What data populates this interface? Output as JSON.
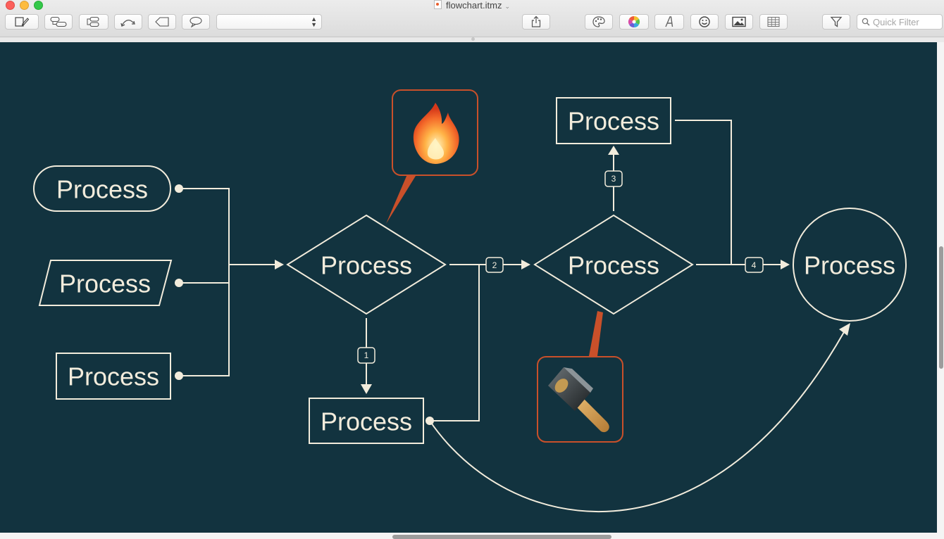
{
  "window": {
    "title": "flowchart.itmz",
    "file_icon": "itmz-document-icon",
    "title_menu_icon": "chevron-down-icon"
  },
  "toolbar": {
    "left_buttons": [
      {
        "name": "new-topic-button",
        "icon": "note-pencil-icon"
      },
      {
        "name": "add-subtopic-button",
        "icon": "subtopic-icon"
      },
      {
        "name": "add-sibling-button",
        "icon": "sibling-icon"
      },
      {
        "name": "add-relationship-button",
        "icon": "relationship-arrow-icon"
      },
      {
        "name": "add-callout-button",
        "icon": "callout-tag-icon"
      },
      {
        "name": "add-comment-button",
        "icon": "speech-bubble-icon"
      }
    ],
    "style_select_value": "",
    "right_buttons": [
      {
        "name": "share-button",
        "icon": "share-icon"
      },
      {
        "name": "style-inspector-button",
        "icon": "palette-icon"
      },
      {
        "name": "colors-button",
        "icon": "color-wheel-icon"
      },
      {
        "name": "fonts-button",
        "icon": "font-a-icon"
      },
      {
        "name": "emoji-button",
        "icon": "smiley-icon"
      },
      {
        "name": "image-button",
        "icon": "image-icon"
      },
      {
        "name": "table-button",
        "icon": "table-grid-icon"
      },
      {
        "name": "filter-button",
        "icon": "filter-funnel-icon"
      }
    ],
    "quick_filter_placeholder": "Quick Filter",
    "quick_filter_icon": "search-icon"
  },
  "diagram": {
    "background": "#12333f",
    "stroke_color": "#f2ecdc",
    "callout_color": "#c9502a",
    "nodes": {
      "terminal": "Process",
      "parallelogram": "Process",
      "rect_left": "Process",
      "diamond_main": "Process",
      "rect_bottom": "Process",
      "diamond_right": "Process",
      "rect_top": "Process",
      "circle_end": "Process"
    },
    "edge_labels": [
      "1",
      "2",
      "3",
      "4"
    ],
    "callouts": [
      {
        "icon": "fire-icon"
      },
      {
        "icon": "hammer-icon"
      }
    ]
  }
}
